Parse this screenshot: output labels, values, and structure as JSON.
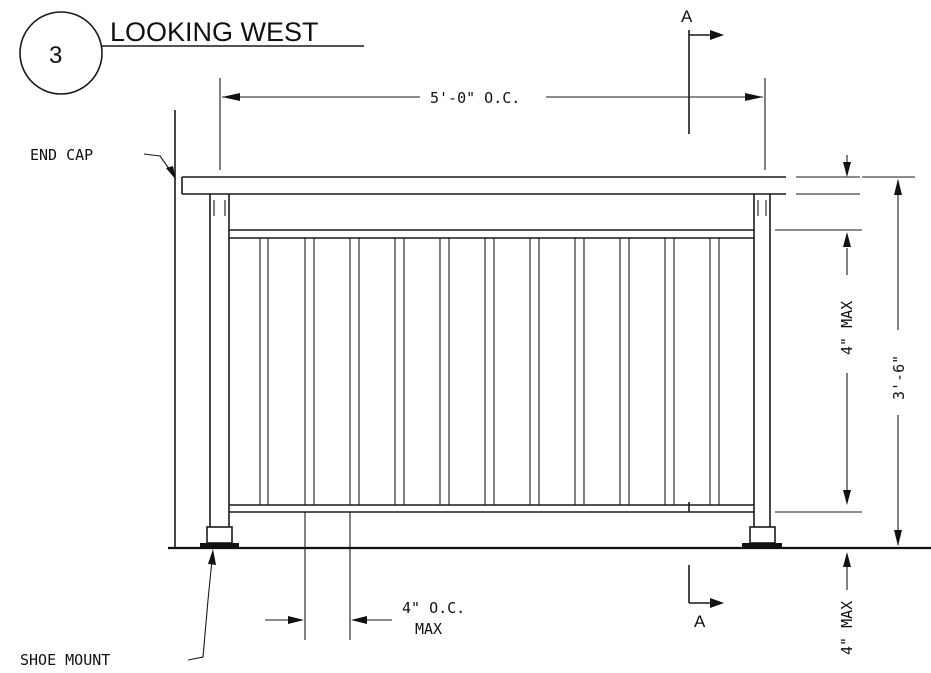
{
  "detail": {
    "number": "3",
    "title": "LOOKING WEST"
  },
  "section_marker": "A",
  "labels": {
    "end_cap": "END CAP",
    "shoe_mount": "SHOE MOUNT"
  },
  "dimensions": {
    "post_spacing": "5'-0\" O.C.",
    "picket_gap_top": "4\" MAX",
    "overall_height": "3'-6\"",
    "picket_spacing_line1": "4\" O.C.",
    "picket_spacing_line2": "MAX",
    "bottom_clearance": "4\" MAX"
  }
}
